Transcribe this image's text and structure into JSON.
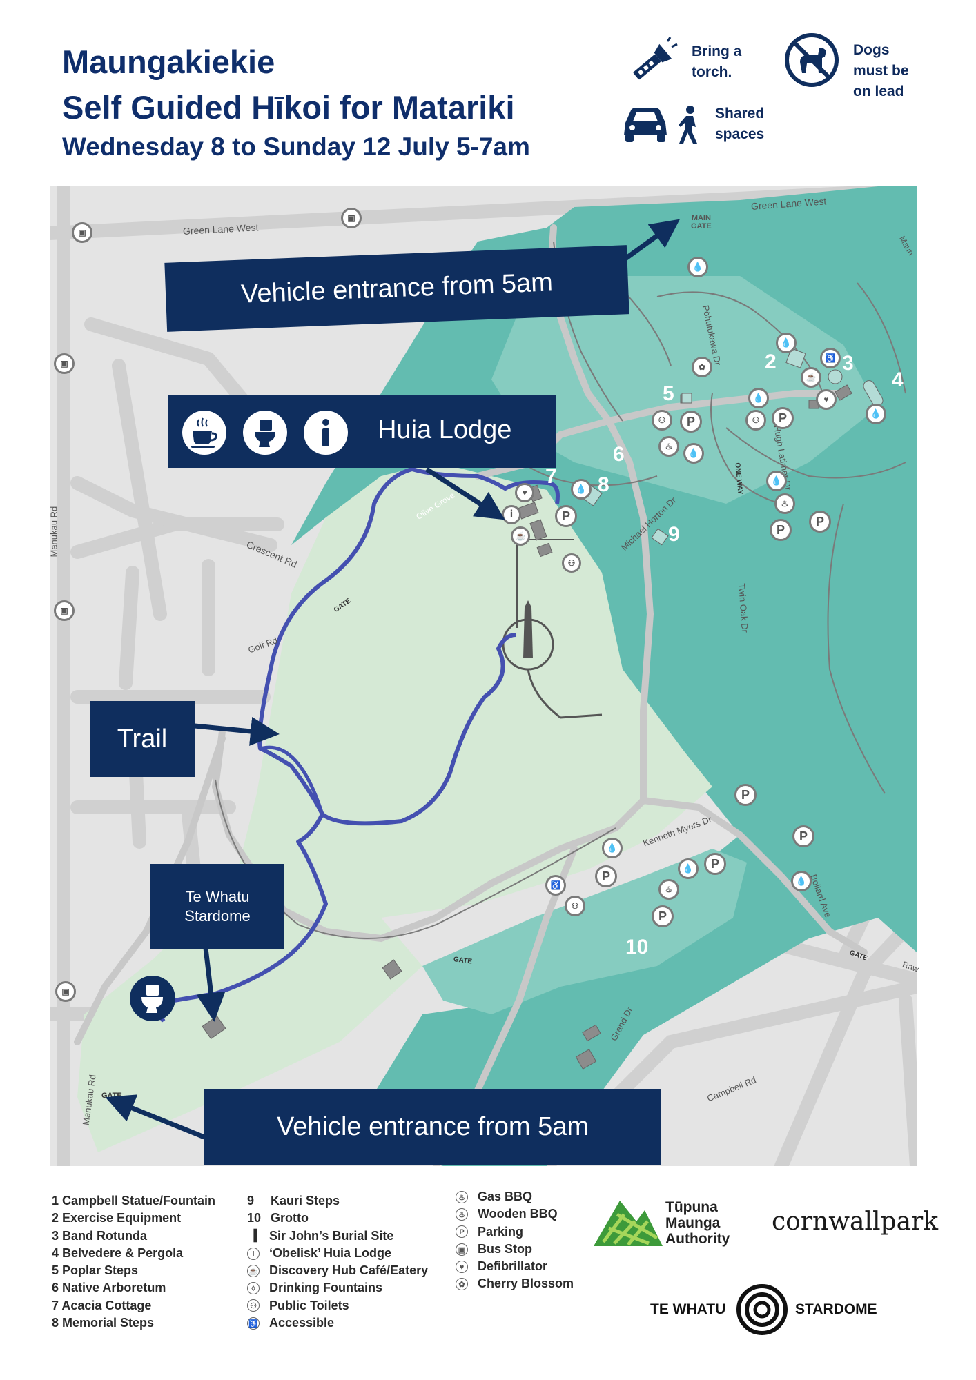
{
  "header": {
    "title_line1": "Maungakiekie",
    "title_line2": "Self Guided Hīkoi for Matariki",
    "dates": "Wednesday 8 to Sunday 12 July 5-7am"
  },
  "notices": {
    "torch": "Bring a\ntorch.",
    "dogs": "Dogs\nmust be\non lead",
    "shared": "Shared\nspaces"
  },
  "callouts": {
    "vehicle_top": "Vehicle entrance from 5am",
    "huia_lodge": "Huia Lodge",
    "trail": "Trail",
    "stardome": "Te Whatu\nStardome",
    "vehicle_bottom": "Vehicle entrance from 5am"
  },
  "map_labels": {
    "green_lane_west_left": "Green Lane West",
    "green_lane_west_right": "Green Lane West",
    "main_gate": "MAIN\nGATE",
    "manukau_rd_upper": "Manukau Rd",
    "manukau_rd_lower": "Manukau Rd",
    "crescent_rd": "Crescent Rd",
    "golf_rd": "Golf Rd",
    "olive_grove": "Olive Grove",
    "pohutukawa_dr": "Pōhutukawa Dr",
    "hugh_latimer_dr": "Hugh Latimer Dr",
    "michael_horton_dr": "Michael Horton Dr",
    "one_way": "ONE WAY",
    "twin_oak_dr": "Twin Oak Dr",
    "kenneth_myers_dr": "Kenneth Myers Dr",
    "bollard_ave": "Bollard Ave",
    "grand_dr": "Grand Dr",
    "campbell_rd": "Campbell Rd",
    "gate": "GATE",
    "maun": "Maun",
    "raw": "Raw"
  },
  "map_numbers": [
    "2",
    "3",
    "4",
    "5",
    "6",
    "7",
    "8",
    "9",
    "10"
  ],
  "legend": {
    "col1": [
      "1 Campbell Statue/Fountain",
      "2 Exercise Equipment",
      "3 Band Rotunda",
      "4 Belvedere & Pergola",
      "5 Poplar Steps",
      "6 Native Arboretum",
      "7 Acacia Cottage",
      "8 Memorial Steps"
    ],
    "col2": [
      {
        "key": "9",
        "label": "Kauri Steps"
      },
      {
        "key": "10",
        "label": "Grotto"
      },
      {
        "icon": "obelisk-icon",
        "label": "Sir John’s Burial Site"
      },
      {
        "icon": "info-icon",
        "label": "‘Obelisk’ Huia Lodge"
      },
      {
        "icon": "cafe-icon",
        "label": "Discovery Hub Café/Eatery"
      },
      {
        "icon": "drinking-fountain-icon",
        "label": "Drinking Fountains"
      },
      {
        "icon": "toilets-icon",
        "label": "Public Toilets"
      },
      {
        "icon": "accessible-icon",
        "label": "Accessible"
      }
    ],
    "col3": [
      {
        "icon": "gas-bbq-icon",
        "label": "Gas BBQ"
      },
      {
        "icon": "wooden-bbq-icon",
        "label": "Wooden BBQ"
      },
      {
        "icon": "parking-icon",
        "label": "Parking"
      },
      {
        "icon": "bus-stop-icon",
        "label": "Bus Stop"
      },
      {
        "icon": "defibrillator-icon",
        "label": "Defibrillator"
      },
      {
        "icon": "cherry-blossom-icon",
        "label": "Cherry Blossom"
      }
    ]
  },
  "logos": {
    "tupuna": "Tūpuna\nMaunga\nAuthority",
    "cornwall": "cornwallpark",
    "te_whatu": "TE WHATU",
    "stardome": "STARDOME"
  },
  "colors": {
    "navy": "#0f2e5e",
    "trail": "#4450b0",
    "park_dark": "#63bcb0",
    "park_mid": "#86ccc0",
    "park_light": "#d5e9d5",
    "road_bg": "#e3e3e3",
    "road": "#d0d0d0"
  }
}
